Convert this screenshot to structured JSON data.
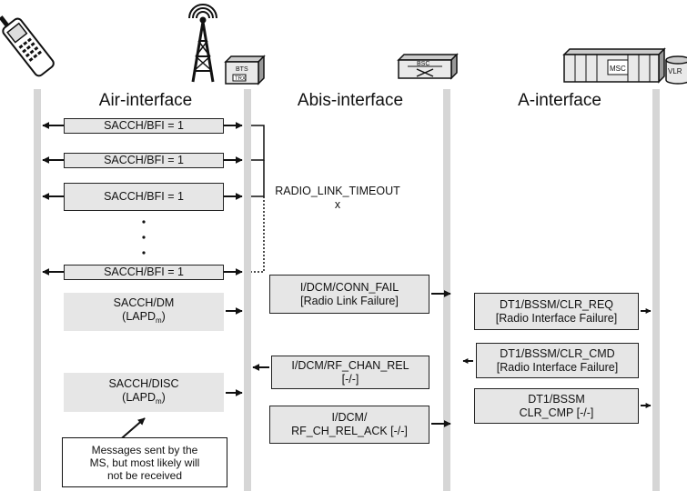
{
  "interfaces": {
    "air": "Air-interface",
    "abis": "Abis-interface",
    "a": "A-interface"
  },
  "nodes": {
    "bts_label": "BTS",
    "trx_label": "TRX",
    "bsc_label": "BSC",
    "msc_label": "MSC",
    "vlr_label": "VLR"
  },
  "air_messages": {
    "sacch_bfi_1": "SACCH/BFI = 1",
    "sacch_bfi_2": "SACCH/BFI = 1",
    "sacch_bfi_3": "SACCH/BFI = 1",
    "sacch_bfi_4": "SACCH/BFI = 1",
    "sacch_dm": "SACCH/DM",
    "lapd_1": "(LAPD",
    "lapd_sub_1": "m",
    "lapd_close_1": ")",
    "sacch_disc": "SACCH/DISC",
    "lapd_2": "(LAPD",
    "lapd_sub_2": "m",
    "lapd_close_2": ")"
  },
  "timer": {
    "label": "RADIO_LINK_TIMEOUT",
    "value": "x"
  },
  "abis_messages": {
    "conn_fail_1": "I/DCM/CONN_FAIL",
    "conn_fail_2": "[Radio Link Failure]",
    "rf_chan_rel_1": "I/DCM/RF_CHAN_REL",
    "rf_chan_rel_2": "[-/-]",
    "rf_ch_rel_ack_1": "I/DCM/",
    "rf_ch_rel_ack_2": "RF_CH_REL_ACK [-/-]"
  },
  "a_messages": {
    "clr_req_1": "DT1/BSSM/CLR_REQ",
    "clr_req_2": "[Radio Interface Failure]",
    "clr_cmd_1": "DT1/BSSM/CLR_CMD",
    "clr_cmd_2": "[Radio Interface Failure]",
    "clr_cmp_1": "DT1/BSSM",
    "clr_cmp_2": "CLR_CMP [-/-]"
  },
  "note": {
    "line1": "Messages sent by the",
    "line2": "MS, but most likely will",
    "line3": "not be received"
  },
  "colors": {
    "box_fill": "#e6e6e6",
    "lifeline": "#d4d4d4",
    "ink": "#111111"
  },
  "icons": [
    "mobile-phone-icon",
    "antenna-tower-icon",
    "bts-icon",
    "bsc-icon",
    "msc-icon",
    "vlr-database-icon"
  ]
}
